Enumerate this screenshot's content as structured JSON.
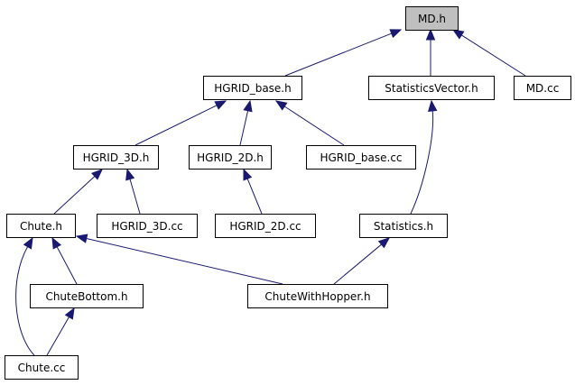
{
  "diagram": {
    "colors": {
      "edge": "#191970",
      "node_fill": "#ffffff",
      "root_fill": "#bfbfbf",
      "border": "#000000"
    },
    "nodes": [
      {
        "id": "md_h",
        "label": "MD.h",
        "root": true
      },
      {
        "id": "hgrid_base_h",
        "label": "HGRID_base.h"
      },
      {
        "id": "statvec_h",
        "label": "StatisticsVector.h"
      },
      {
        "id": "md_cc",
        "label": "MD.cc"
      },
      {
        "id": "hgrid_3d_h",
        "label": "HGRID_3D.h"
      },
      {
        "id": "hgrid_2d_h",
        "label": "HGRID_2D.h"
      },
      {
        "id": "hgrid_base_cc",
        "label": "HGRID_base.cc"
      },
      {
        "id": "chute_h",
        "label": "Chute.h"
      },
      {
        "id": "hgrid_3d_cc",
        "label": "HGRID_3D.cc"
      },
      {
        "id": "hgrid_2d_cc",
        "label": "HGRID_2D.cc"
      },
      {
        "id": "statistics_h",
        "label": "Statistics.h"
      },
      {
        "id": "chutebottom_h",
        "label": "ChuteBottom.h"
      },
      {
        "id": "chutewithhopper_h",
        "label": "ChuteWithHopper.h"
      },
      {
        "id": "chute_cc",
        "label": "Chute.cc"
      }
    ],
    "edges": [
      {
        "from": "hgrid_base_h",
        "to": "md_h"
      },
      {
        "from": "statvec_h",
        "to": "md_h"
      },
      {
        "from": "md_cc",
        "to": "md_h"
      },
      {
        "from": "hgrid_3d_h",
        "to": "hgrid_base_h"
      },
      {
        "from": "hgrid_2d_h",
        "to": "hgrid_base_h"
      },
      {
        "from": "hgrid_base_cc",
        "to": "hgrid_base_h"
      },
      {
        "from": "statistics_h",
        "to": "statvec_h"
      },
      {
        "from": "chute_h",
        "to": "hgrid_3d_h"
      },
      {
        "from": "hgrid_3d_cc",
        "to": "hgrid_3d_h"
      },
      {
        "from": "hgrid_2d_cc",
        "to": "hgrid_2d_h"
      },
      {
        "from": "chutebottom_h",
        "to": "chute_h"
      },
      {
        "from": "chutewithhopper_h",
        "to": "chute_h"
      },
      {
        "from": "chute_cc",
        "to": "chute_h"
      },
      {
        "from": "chutewithhopper_h",
        "to": "statistics_h"
      },
      {
        "from": "chute_cc",
        "to": "chutebottom_h"
      }
    ]
  }
}
